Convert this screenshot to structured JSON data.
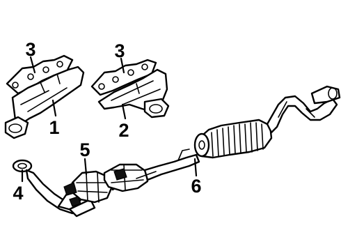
{
  "callouts": {
    "c1": "1",
    "c2": "2",
    "c3a": "3",
    "c3b": "3",
    "c4": "4",
    "c5": "5",
    "c6": "6"
  },
  "parts": [
    {
      "callout": "1",
      "part": "exhaust-manifold-left"
    },
    {
      "callout": "2",
      "part": "exhaust-manifold-right"
    },
    {
      "callout": "3",
      "part": "manifold-gasket"
    },
    {
      "callout": "4",
      "part": "front-pipe-flange-gasket"
    },
    {
      "callout": "5",
      "part": "catalytic-converter"
    },
    {
      "callout": "6",
      "part": "muffler-and-tailpipe"
    }
  ],
  "colors": {
    "line": "#000000",
    "background": "#ffffff"
  }
}
